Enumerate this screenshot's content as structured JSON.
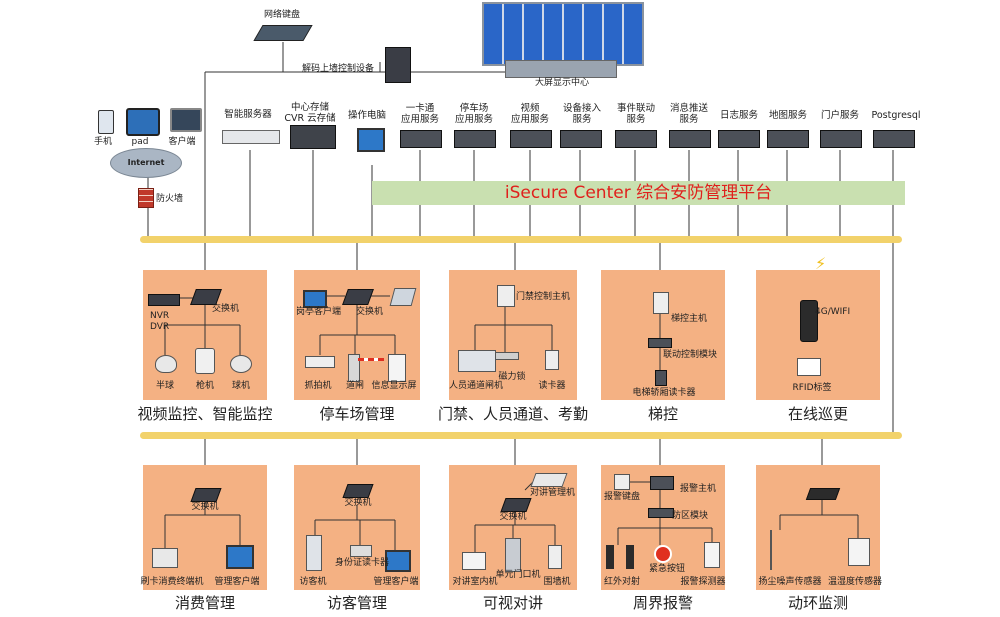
{
  "top": {
    "keyboard": "网络键盘",
    "decoder": "解码上墙控制设备",
    "bigscreen": "大屏显示中心"
  },
  "clients": {
    "phone": "手机",
    "pad": "pad",
    "client": "客户端",
    "internet": "Internet",
    "firewall": "防火墙"
  },
  "servers": [
    "智能服务器",
    "中心存储\nCVR 云存储",
    "操作电脑",
    "一卡通\n应用服务",
    "停车场\n应用服务",
    "视频\n应用服务",
    "设备接入\n服务",
    "事件联动\n服务",
    "消息推送\n服务",
    "日志服务",
    "地图服务",
    "门户服务",
    "Postgresql"
  ],
  "platform": "iSecure Center 综合安防管理平台",
  "modules_row1": [
    {
      "title": "视频监控、智能监控",
      "labels": {
        "nvr": "NVR\nDVR",
        "switch": "交换机",
        "cam1": "半球",
        "cam2": "枪机",
        "cam3": "球机"
      }
    },
    {
      "title": "停车场管理",
      "labels": {
        "booth": "岗亭客户端",
        "switch": "交换机",
        "cam": "抓拍机",
        "gate": "道闸",
        "screen": "信息显示屏"
      }
    },
    {
      "title": "门禁、人员通道、考勤",
      "labels": {
        "host": "门禁控制主机",
        "gate": "人员通道闸机",
        "lock": "磁力锁",
        "reader": "读卡器"
      }
    },
    {
      "title": "梯控",
      "labels": {
        "host": "梯控主机",
        "module": "联动控制模块",
        "reader": "电梯轿厢读卡器"
      }
    },
    {
      "title": "在线巡更",
      "labels": {
        "net": "4G/WIFI",
        "rfid": "RFID标签"
      }
    }
  ],
  "modules_row2": [
    {
      "title": "消费管理",
      "labels": {
        "switch": "交换机",
        "pos": "刷卡消费终端机",
        "client": "管理客户端"
      }
    },
    {
      "title": "访客管理",
      "labels": {
        "switch": "交换机",
        "kiosk": "访客机",
        "reader": "身份证读卡器",
        "client": "管理客户端"
      }
    },
    {
      "title": "可视对讲",
      "labels": {
        "manager": "对讲管理机",
        "switch": "交换机",
        "indoor": "对讲室内机",
        "unit": "单元门口机",
        "wall": "围墙机"
      }
    },
    {
      "title": "周界报警",
      "labels": {
        "keypad": "报警键盘",
        "host": "报警主机",
        "module": "防区模块",
        "ir": "红外对射",
        "button": "紧急按钮",
        "detector": "报警探测器"
      }
    },
    {
      "title": "动环监测",
      "labels": {
        "dust": "扬尘噪声传感器",
        "hum": "温湿度传感器"
      }
    }
  ],
  "colors": {
    "box": "#f4b183",
    "platform_bg": "#c9e0b0",
    "platform_text": "#e0201c",
    "bus": "#f2d26b"
  }
}
